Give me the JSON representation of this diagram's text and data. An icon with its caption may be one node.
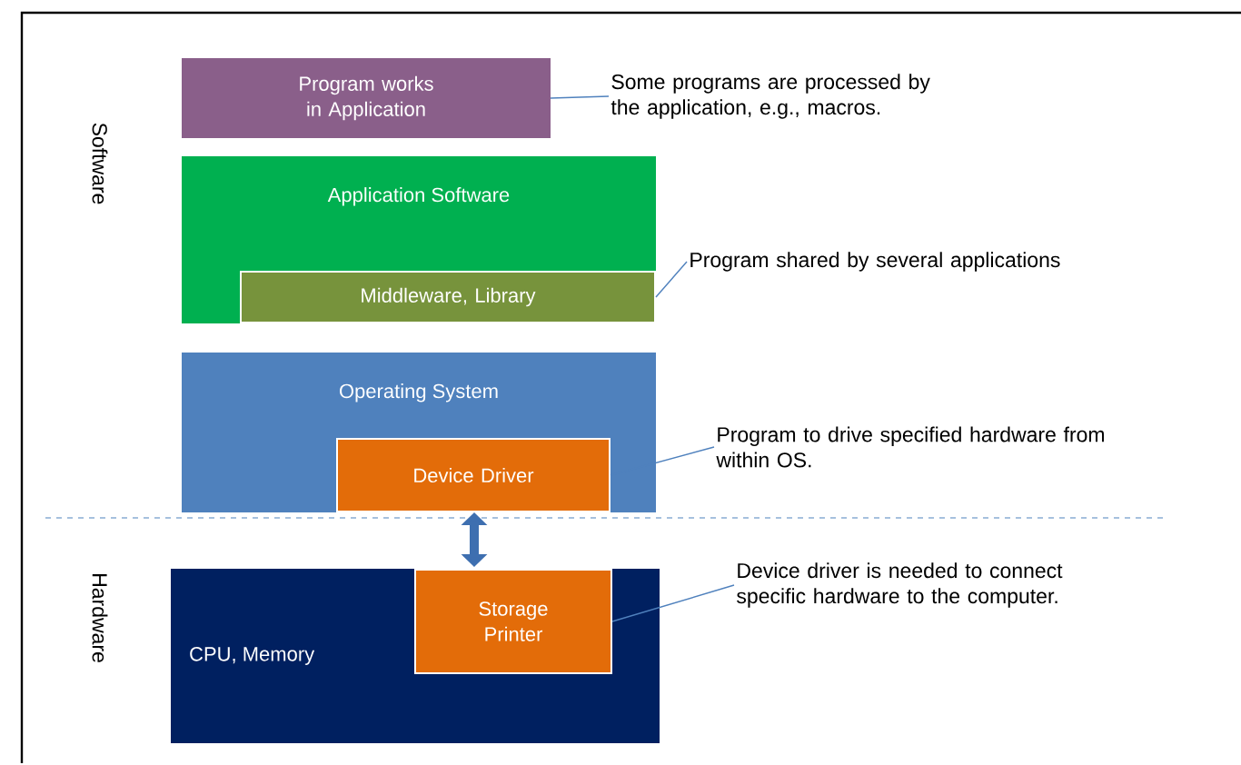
{
  "diagram": {
    "nodes": [
      {
        "text": [
          "Program works in Application"
        ]
      },
      {
        "text": [
          "Some programs are processed by the application, e.g., macros."
        ]
      },
      {
        "text": [
          "Application Software"
        ]
      },
      {
        "text": [
          "Middleware, Library"
        ],
        "in": 2
      },
      {
        "text": [
          "Program shared by several applications"
        ]
      },
      {
        "text": [
          "Operating System"
        ]
      },
      {
        "text": [
          "Device Driver"
        ],
        "in": 5
      },
      {
        "text": [
          "Program to drive specified hardware from within OS."
        ]
      },
      {
        "text": [
          "CPU, Memory"
        ]
      },
      {
        "text": [
          "Storage Printer"
        ],
        "in": 8
      },
      {
        "text": [
          "Device driver is needed to connect specific hardware to the computer."
        ]
      }
    ],
    "edges": [
      {
        "from": 1,
        "to": 0,
        "arrow": "none"
      },
      {
        "from": 4,
        "to": 3,
        "arrow": "none"
      },
      {
        "from": 7,
        "to": 6,
        "arrow": "none"
      },
      {
        "from": 10,
        "to": 9,
        "arrow": "none"
      },
      {
        "from": 6,
        "to": 9,
        "arrow": "both",
        "style": "thick"
      }
    ],
    "labels": [
      "Software",
      "Hardware"
    ]
  }
}
